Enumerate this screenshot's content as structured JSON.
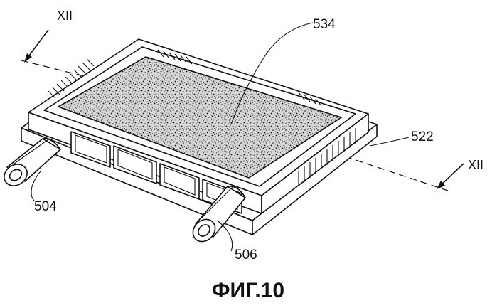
{
  "figure": {
    "caption": "ФИГ.10",
    "labels": {
      "top_center": "534",
      "right": "522",
      "left_tube": "504",
      "right_tube": "506"
    },
    "section_marks": {
      "top_left": "XII",
      "bottom_right": "XII"
    }
  }
}
